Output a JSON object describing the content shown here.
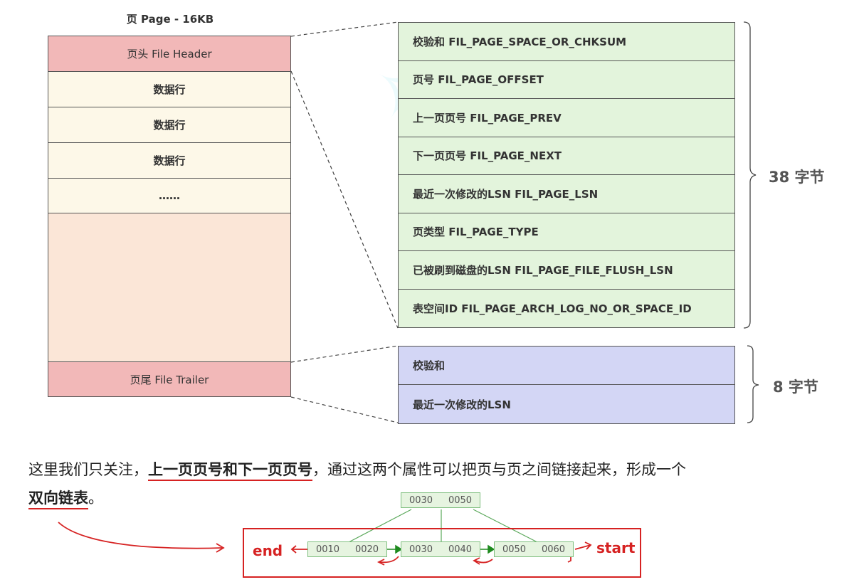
{
  "page": {
    "title": "页 Page - 16KB",
    "header_label": "页头 File Header",
    "rows": [
      "数据行",
      "数据行",
      "数据行",
      "……"
    ],
    "trailer_label": "页尾 File Trailer"
  },
  "file_header": {
    "fields": [
      "校验和   FIL_PAGE_SPACE_OR_CHKSUM",
      "页号  FIL_PAGE_OFFSET",
      "上一页页号  FIL_PAGE_PREV",
      "下一页页号  FIL_PAGE_NEXT",
      "最近一次修改的LSN  FIL_PAGE_LSN",
      "页类型  FIL_PAGE_TYPE",
      "已被刷到磁盘的LSN  FIL_PAGE_FILE_FLUSH_LSN",
      "表空间ID  FIL_PAGE_ARCH_LOG_NO_OR_SPACE_ID"
    ],
    "size_label": "38 字节"
  },
  "file_trailer": {
    "fields": [
      "校验和",
      "最近一次修改的LSN"
    ],
    "size_label": "8 字节"
  },
  "paragraph": {
    "part1": "这里我们只关注，",
    "bold1": "上一页页号和下一页页号",
    "part2": "，通过这两个属性可以把页与页之间链接起来，形成一个",
    "bold2": "双向链表",
    "end": "。"
  },
  "linked_list": {
    "root": [
      "0030",
      "0050"
    ],
    "leaves": [
      [
        "0010",
        "0020"
      ],
      [
        "0030",
        "0040"
      ],
      [
        "0050",
        "0060"
      ]
    ],
    "end_label": "end",
    "start_label": "start"
  },
  "colors": {
    "header_red": "#f2b8b8",
    "data_cream": "#fdf8e8",
    "free_peach": "#fbe6d7",
    "header_green": "#e3f4dc",
    "trailer_purple": "#d3d6f5",
    "accent_red": "#d62222",
    "node_green": "#2e9e2e"
  }
}
